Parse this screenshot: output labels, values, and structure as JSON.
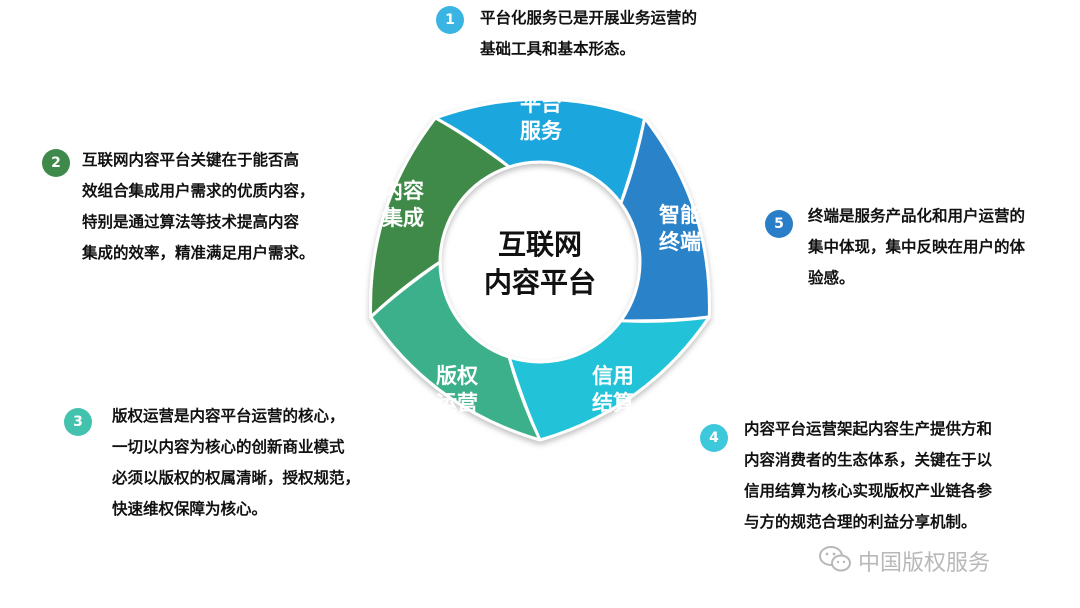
{
  "center_title": "互联网\n内容平台",
  "segments": [
    {
      "label": "平台\n服务",
      "color": "#1aa6de"
    },
    {
      "label": "智能\n终端",
      "color": "#2a82c9"
    },
    {
      "label": "信用\n结算",
      "color": "#22c3d8"
    },
    {
      "label": "版权\n运营",
      "color": "#3ab08a"
    },
    {
      "label": "内容\n集成",
      "color": "#3f8a4a"
    }
  ],
  "notes": [
    {
      "number": "1",
      "color": "#3ab5e3",
      "text": "平台化服务已是开展业务运营的\n基础工具和基本形态。"
    },
    {
      "number": "2",
      "color": "#3f8a4a",
      "text": "互联网内容平台关键在于能否高\n效组合集成用户需求的优质内容，\n特别是通过算法等技术提高内容\n集成的效率，精准满足用户需求。"
    },
    {
      "number": "3",
      "color": "#43c3ad",
      "text": "版权运营是内容平台运营的核心，\n一切以内容为核心的创新商业模式\n必须以版权的权属清晰，授权规范，\n快速维权保障为核心。"
    },
    {
      "number": "4",
      "color": "#3ec8dc",
      "text": "内容平台运营架起内容生产提供方和\n内容消费者的生态体系，关键在于以\n信用结算为核心实现版权产业链各参\n与方的规范合理的利益分享机制。"
    },
    {
      "number": "5",
      "color": "#2a7ec7",
      "text": "终端是服务产品化和用户运营的\n集中体现，集中反映在用户的体\n验感。"
    }
  ],
  "watermark": "中国版权服务",
  "watermark_icon": "wechat-icon"
}
